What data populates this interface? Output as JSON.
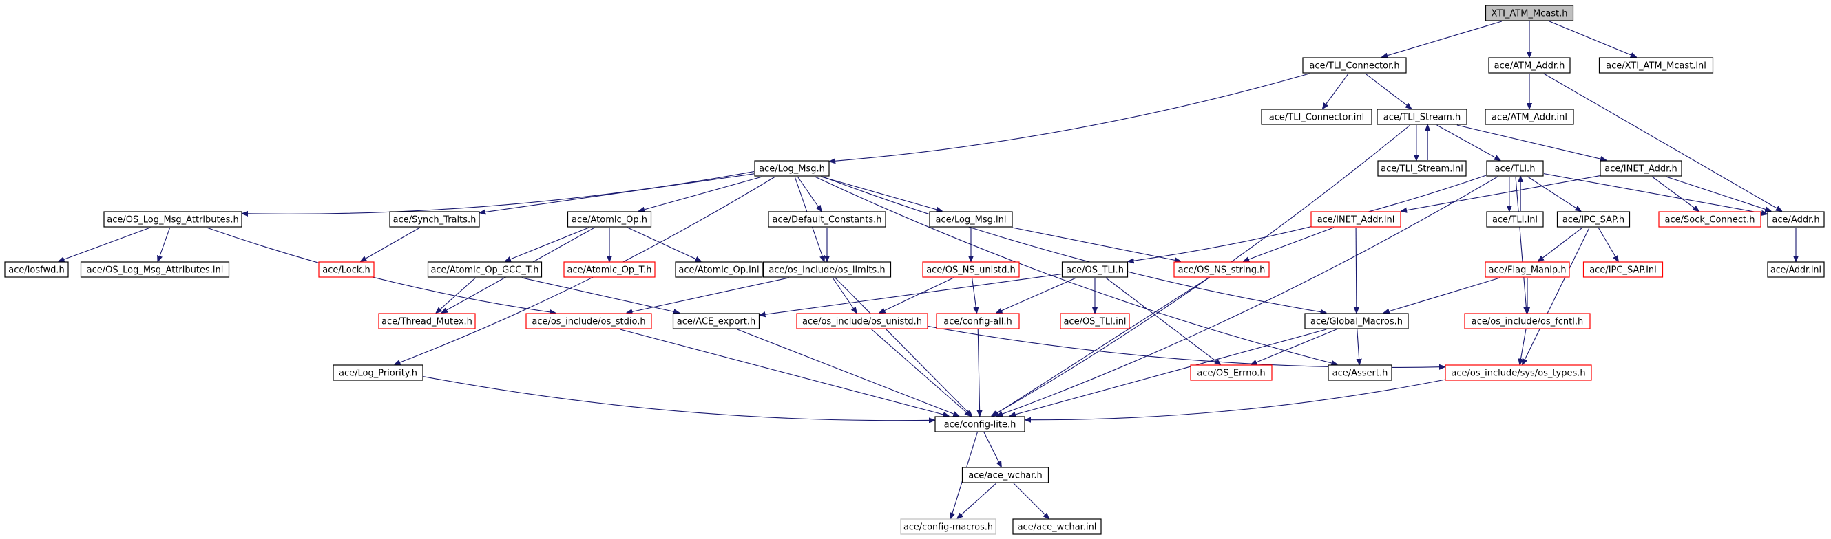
{
  "root": "XTI_ATM_Mcast.h",
  "colors": {
    "normal_border": "#000000",
    "red_border": "#ff0000",
    "gray_border": "#bfbfbf",
    "root_fill": "#bfbfbf",
    "edge": "#191970"
  },
  "nodes": [
    {
      "id": "XTI_ATM_Mcast.h",
      "label": "XTI_ATM_Mcast.h",
      "style": "root"
    },
    {
      "id": "ace/TLI_Connector.h",
      "label": "ace/TLI_Connector.h",
      "style": "normal"
    },
    {
      "id": "ace/ATM_Addr.h",
      "label": "ace/ATM_Addr.h",
      "style": "normal"
    },
    {
      "id": "ace/XTI_ATM_Mcast.inl",
      "label": "ace/XTI_ATM_Mcast.inl",
      "style": "normal"
    },
    {
      "id": "ace/TLI_Connector.inl",
      "label": "ace/TLI_Connector.inl",
      "style": "normal"
    },
    {
      "id": "ace/TLI_Stream.h",
      "label": "ace/TLI_Stream.h",
      "style": "normal"
    },
    {
      "id": "ace/ATM_Addr.inl",
      "label": "ace/ATM_Addr.inl",
      "style": "normal"
    },
    {
      "id": "ace/Log_Msg.h",
      "label": "ace/Log_Msg.h",
      "style": "normal"
    },
    {
      "id": "ace/TLI_Stream.inl",
      "label": "ace/TLI_Stream.inl",
      "style": "normal"
    },
    {
      "id": "ace/TLI.h",
      "label": "ace/TLI.h",
      "style": "normal"
    },
    {
      "id": "ace/INET_Addr.h",
      "label": "ace/INET_Addr.h",
      "style": "normal"
    },
    {
      "id": "ace/OS_Log_Msg_Attributes.h",
      "label": "ace/OS_Log_Msg_Attributes.h",
      "style": "normal"
    },
    {
      "id": "ace/Synch_Traits.h",
      "label": "ace/Synch_Traits.h",
      "style": "normal"
    },
    {
      "id": "ace/Atomic_Op.h",
      "label": "ace/Atomic_Op.h",
      "style": "normal"
    },
    {
      "id": "ace/Default_Constants.h",
      "label": "ace/Default_Constants.h",
      "style": "normal"
    },
    {
      "id": "ace/Log_Msg.inl",
      "label": "ace/Log_Msg.inl",
      "style": "normal"
    },
    {
      "id": "ace/INET_Addr.inl",
      "label": "ace/INET_Addr.inl",
      "style": "red"
    },
    {
      "id": "ace/TLI.inl",
      "label": "ace/TLI.inl",
      "style": "normal"
    },
    {
      "id": "ace/IPC_SAP.h",
      "label": "ace/IPC_SAP.h",
      "style": "normal"
    },
    {
      "id": "ace/Sock_Connect.h",
      "label": "ace/Sock_Connect.h",
      "style": "red"
    },
    {
      "id": "ace/Addr.h",
      "label": "ace/Addr.h",
      "style": "normal"
    },
    {
      "id": "ace/iosfwd.h",
      "label": "ace/iosfwd.h",
      "style": "normal"
    },
    {
      "id": "ace/OS_Log_Msg_Attributes.inl",
      "label": "ace/OS_Log_Msg_Attributes.inl",
      "style": "normal"
    },
    {
      "id": "ace/Lock.h",
      "label": "ace/Lock.h",
      "style": "red"
    },
    {
      "id": "ace/Atomic_Op_GCC_T.h",
      "label": "ace/Atomic_Op_GCC_T.h",
      "style": "normal"
    },
    {
      "id": "ace/Atomic_Op_T.h",
      "label": "ace/Atomic_Op_T.h",
      "style": "red"
    },
    {
      "id": "ace/Atomic_Op.inl",
      "label": "ace/Atomic_Op.inl",
      "style": "normal"
    },
    {
      "id": "ace/os_include/os_limits.h",
      "label": "ace/os_include/os_limits.h",
      "style": "normal"
    },
    {
      "id": "ace/OS_NS_unistd.h",
      "label": "ace/OS_NS_unistd.h",
      "style": "red"
    },
    {
      "id": "ace/OS_TLI.h",
      "label": "ace/OS_TLI.h",
      "style": "normal"
    },
    {
      "id": "ace/OS_NS_string.h",
      "label": "ace/OS_NS_string.h",
      "style": "red"
    },
    {
      "id": "ace/Flag_Manip.h",
      "label": "ace/Flag_Manip.h",
      "style": "red"
    },
    {
      "id": "ace/IPC_SAP.inl",
      "label": "ace/IPC_SAP.inl",
      "style": "red"
    },
    {
      "id": "ace/Addr.inl",
      "label": "ace/Addr.inl",
      "style": "normal"
    },
    {
      "id": "ace/Thread_Mutex.h",
      "label": "ace/Thread_Mutex.h",
      "style": "red"
    },
    {
      "id": "ace/os_include/os_stdio.h",
      "label": "ace/os_include/os_stdio.h",
      "style": "red"
    },
    {
      "id": "ace/ACE_export.h",
      "label": "ace/ACE_export.h",
      "style": "normal"
    },
    {
      "id": "ace/os_include/os_unistd.h",
      "label": "ace/os_include/os_unistd.h",
      "style": "red"
    },
    {
      "id": "ace/config-all.h",
      "label": "ace/config-all.h",
      "style": "red"
    },
    {
      "id": "ace/OS_TLI.inl",
      "label": "ace/OS_TLI.inl",
      "style": "red"
    },
    {
      "id": "ace/Global_Macros.h",
      "label": "ace/Global_Macros.h",
      "style": "normal"
    },
    {
      "id": "ace/os_include/os_fcntl.h",
      "label": "ace/os_include/os_fcntl.h",
      "style": "red"
    },
    {
      "id": "ace/Log_Priority.h",
      "label": "ace/Log_Priority.h",
      "style": "normal"
    },
    {
      "id": "ace/OS_Errno.h",
      "label": "ace/OS_Errno.h",
      "style": "red"
    },
    {
      "id": "ace/Assert.h",
      "label": "ace/Assert.h",
      "style": "normal"
    },
    {
      "id": "ace/os_include/sys/os_types.h",
      "label": "ace/os_include/sys/os_types.h",
      "style": "red"
    },
    {
      "id": "ace/config-lite.h",
      "label": "ace/config-lite.h",
      "style": "normal"
    },
    {
      "id": "ace/ace_wchar.h",
      "label": "ace/ace_wchar.h",
      "style": "normal"
    },
    {
      "id": "ace/config-macros.h",
      "label": "ace/config-macros.h",
      "style": "gray"
    },
    {
      "id": "ace/ace_wchar.inl",
      "label": "ace/ace_wchar.inl",
      "style": "normal"
    }
  ],
  "edges": [
    [
      "XTI_ATM_Mcast.h",
      "ace/TLI_Connector.h"
    ],
    [
      "XTI_ATM_Mcast.h",
      "ace/ATM_Addr.h"
    ],
    [
      "XTI_ATM_Mcast.h",
      "ace/XTI_ATM_Mcast.inl"
    ],
    [
      "ace/TLI_Connector.h",
      "ace/Log_Msg.h"
    ],
    [
      "ace/TLI_Connector.h",
      "ace/TLI_Connector.inl"
    ],
    [
      "ace/TLI_Connector.h",
      "ace/TLI_Stream.h"
    ],
    [
      "ace/ATM_Addr.h",
      "ace/ATM_Addr.inl"
    ],
    [
      "ace/ATM_Addr.h",
      "ace/Addr.h"
    ],
    [
      "ace/TLI_Stream.h",
      "ace/TLI_Stream.inl"
    ],
    [
      "ace/TLI_Stream.inl",
      "ace/TLI_Stream.h"
    ],
    [
      "ace/TLI_Stream.h",
      "ace/TLI.h"
    ],
    [
      "ace/TLI_Stream.h",
      "ace/INET_Addr.h"
    ],
    [
      "ace/TLI_Stream.h",
      "ace/config-lite.h"
    ],
    [
      "ace/Log_Msg.h",
      "ace/OS_Log_Msg_Attributes.h"
    ],
    [
      "ace/Log_Msg.h",
      "ace/Synch_Traits.h"
    ],
    [
      "ace/Log_Msg.h",
      "ace/Atomic_Op.h"
    ],
    [
      "ace/Log_Msg.h",
      "ace/Default_Constants.h"
    ],
    [
      "ace/Log_Msg.h",
      "ace/Log_Msg.inl"
    ],
    [
      "ace/Log_Msg.h",
      "ace/os_include/os_limits.h"
    ],
    [
      "ace/Log_Msg.h",
      "ace/Log_Priority.h"
    ],
    [
      "ace/Log_Msg.h",
      "ace/Global_Macros.h"
    ],
    [
      "ace/Log_Msg.h",
      "ace/Assert.h"
    ],
    [
      "ace/TLI.h",
      "ace/TLI.inl"
    ],
    [
      "ace/TLI.inl",
      "ace/TLI.h"
    ],
    [
      "ace/TLI.h",
      "ace/IPC_SAP.h"
    ],
    [
      "ace/TLI.h",
      "ace/Addr.h"
    ],
    [
      "ace/TLI.h",
      "ace/OS_TLI.h"
    ],
    [
      "ace/TLI.h",
      "ace/os_include/os_fcntl.h"
    ],
    [
      "ace/TLI.h",
      "ace/config-lite.h"
    ],
    [
      "ace/INET_Addr.h",
      "ace/INET_Addr.inl"
    ],
    [
      "ace/INET_Addr.h",
      "ace/Sock_Connect.h"
    ],
    [
      "ace/INET_Addr.h",
      "ace/Addr.h"
    ],
    [
      "ace/INET_Addr.inl",
      "ace/OS_NS_string.h"
    ],
    [
      "ace/INET_Addr.inl",
      "ace/Global_Macros.h"
    ],
    [
      "ace/OS_Log_Msg_Attributes.h",
      "ace/iosfwd.h"
    ],
    [
      "ace/OS_Log_Msg_Attributes.h",
      "ace/OS_Log_Msg_Attributes.inl"
    ],
    [
      "ace/OS_Log_Msg_Attributes.h",
      "ace/os_include/os_stdio.h"
    ],
    [
      "ace/Synch_Traits.h",
      "ace/Lock.h"
    ],
    [
      "ace/Atomic_Op.h",
      "ace/Atomic_Op_GCC_T.h"
    ],
    [
      "ace/Atomic_Op.h",
      "ace/Atomic_Op_T.h"
    ],
    [
      "ace/Atomic_Op.h",
      "ace/Atomic_Op.inl"
    ],
    [
      "ace/Atomic_Op.h",
      "ace/Thread_Mutex.h"
    ],
    [
      "ace/Atomic_Op_GCC_T.h",
      "ace/Thread_Mutex.h"
    ],
    [
      "ace/Atomic_Op_GCC_T.h",
      "ace/ACE_export.h"
    ],
    [
      "ace/Default_Constants.h",
      "ace/os_include/os_limits.h"
    ],
    [
      "ace/Log_Msg.inl",
      "ace/OS_NS_unistd.h"
    ],
    [
      "ace/Log_Msg.inl",
      "ace/OS_NS_string.h"
    ],
    [
      "ace/os_include/os_limits.h",
      "ace/os_include/os_unistd.h"
    ],
    [
      "ace/os_include/os_limits.h",
      "ace/os_include/os_stdio.h"
    ],
    [
      "ace/os_include/os_limits.h",
      "ace/config-lite.h"
    ],
    [
      "ace/OS_NS_unistd.h",
      "ace/os_include/os_unistd.h"
    ],
    [
      "ace/OS_NS_unistd.h",
      "ace/config-all.h"
    ],
    [
      "ace/OS_TLI.h",
      "ace/config-all.h"
    ],
    [
      "ace/OS_TLI.h",
      "ace/OS_TLI.inl"
    ],
    [
      "ace/OS_TLI.h",
      "ace/OS_Errno.h"
    ],
    [
      "ace/OS_TLI.h",
      "ace/ACE_export.h"
    ],
    [
      "ace/OS_NS_string.h",
      "ace/config-lite.h"
    ],
    [
      "ace/IPC_SAP.h",
      "ace/Flag_Manip.h"
    ],
    [
      "ace/IPC_SAP.h",
      "ace/IPC_SAP.inl"
    ],
    [
      "ace/IPC_SAP.h",
      "ace/os_include/sys/os_types.h"
    ],
    [
      "ace/Flag_Manip.h",
      "ace/os_include/os_fcntl.h"
    ],
    [
      "ace/Flag_Manip.h",
      "ace/Global_Macros.h"
    ],
    [
      "ace/Addr.h",
      "ace/Addr.inl"
    ],
    [
      "ace/os_include/os_stdio.h",
      "ace/config-lite.h"
    ],
    [
      "ace/ACE_export.h",
      "ace/config-lite.h"
    ],
    [
      "ace/os_include/os_unistd.h",
      "ace/config-lite.h"
    ],
    [
      "ace/os_include/os_unistd.h",
      "ace/os_include/sys/os_types.h"
    ],
    [
      "ace/config-all.h",
      "ace/config-lite.h"
    ],
    [
      "ace/Global_Macros.h",
      "ace/OS_Errno.h"
    ],
    [
      "ace/Global_Macros.h",
      "ace/Assert.h"
    ],
    [
      "ace/Global_Macros.h",
      "ace/config-lite.h"
    ],
    [
      "ace/os_include/os_fcntl.h",
      "ace/os_include/sys/os_types.h"
    ],
    [
      "ace/os_include/sys/os_types.h",
      "ace/config-lite.h"
    ],
    [
      "ace/Log_Priority.h",
      "ace/config-lite.h"
    ],
    [
      "ace/config-lite.h",
      "ace/ace_wchar.h"
    ],
    [
      "ace/config-lite.h",
      "ace/config-macros.h"
    ],
    [
      "ace/ace_wchar.h",
      "ace/config-macros.h"
    ],
    [
      "ace/ace_wchar.h",
      "ace/ace_wchar.inl"
    ]
  ]
}
